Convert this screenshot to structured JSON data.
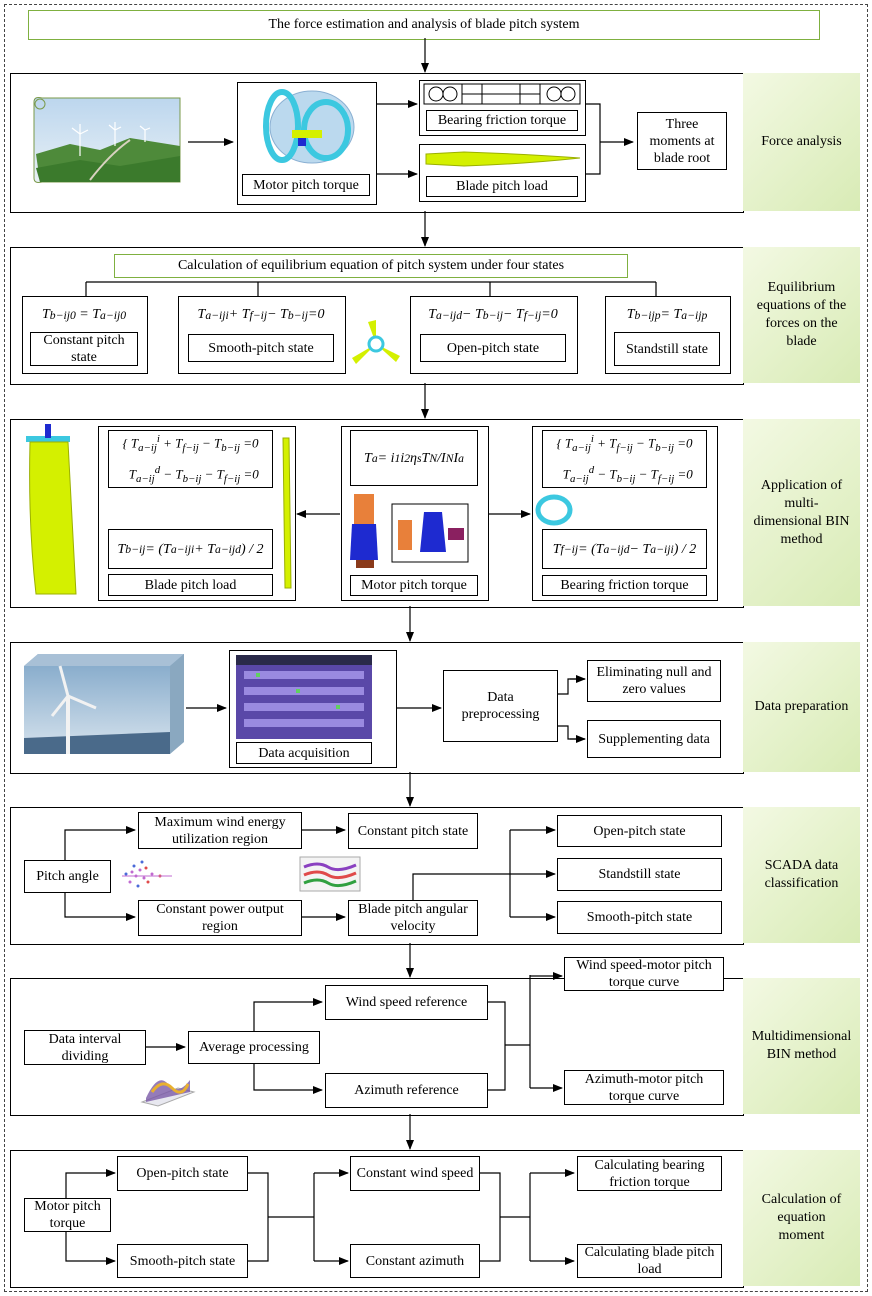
{
  "title": "The force estimation and analysis of blade pitch system",
  "stages": [
    "Force analysis",
    "Equilibrium equations of the forces on the blade",
    "Application of multi-dimensional BIN method",
    "Data preparation",
    "SCADA data classification",
    "Multidimensional BIN method",
    "Calculation of equation moment"
  ],
  "force_analysis": {
    "motor_pitch_torque": "Motor pitch torque",
    "bearing_friction_torque": "Bearing friction torque",
    "blade_pitch_load": "Blade pitch load",
    "three_moments": "Three moments at blade root"
  },
  "equilibrium": {
    "header": "Calculation of equilibrium equation of pitch system under four states",
    "constant": "Constant pitch state",
    "smooth": "Smooth-pitch state",
    "open": "Open-pitch state",
    "standstill": "Standstill state"
  },
  "bin_app": {
    "blade_pitch_load": "Blade pitch load",
    "motor_pitch_torque": "Motor pitch torque",
    "bearing_friction_torque": "Bearing friction torque"
  },
  "data_prep": {
    "acquisition": "Data acquisition",
    "preprocessing": "Data preprocessing",
    "eliminating": "Eliminating null and zero values",
    "supplementing": "Supplementing data"
  },
  "scada": {
    "pitch_angle": "Pitch angle",
    "max_wind": "Maximum wind energy utilization region",
    "constant_power": "Constant power output region",
    "constant_pitch": "Constant pitch state",
    "angular_velocity": "Blade pitch angular velocity",
    "open": "Open-pitch state",
    "standstill": "Standstill state",
    "smooth": "Smooth-pitch state"
  },
  "multibin": {
    "interval": "Data interval dividing",
    "average": "Average processing",
    "wind_ref": "Wind speed reference",
    "azimuth_ref": "Azimuth reference",
    "wind_curve": "Wind speed-motor pitch torque curve",
    "azimuth_curve": "Azimuth-motor pitch torque curve"
  },
  "calc": {
    "motor": "Motor pitch torque",
    "open": "Open-pitch state",
    "smooth": "Smooth-pitch state",
    "const_wind": "Constant wind speed",
    "const_azimuth": "Constant azimuth",
    "bearing": "Calculating bearing friction torque",
    "blade": "Calculating blade pitch load"
  },
  "colors": {
    "stage_fill": "#d8ebb5",
    "blade_yellow": "#d4f000",
    "ring_cyan": "#3cc8e0",
    "blue_part": "#1e2ad0",
    "orange_part": "#e8803a"
  }
}
